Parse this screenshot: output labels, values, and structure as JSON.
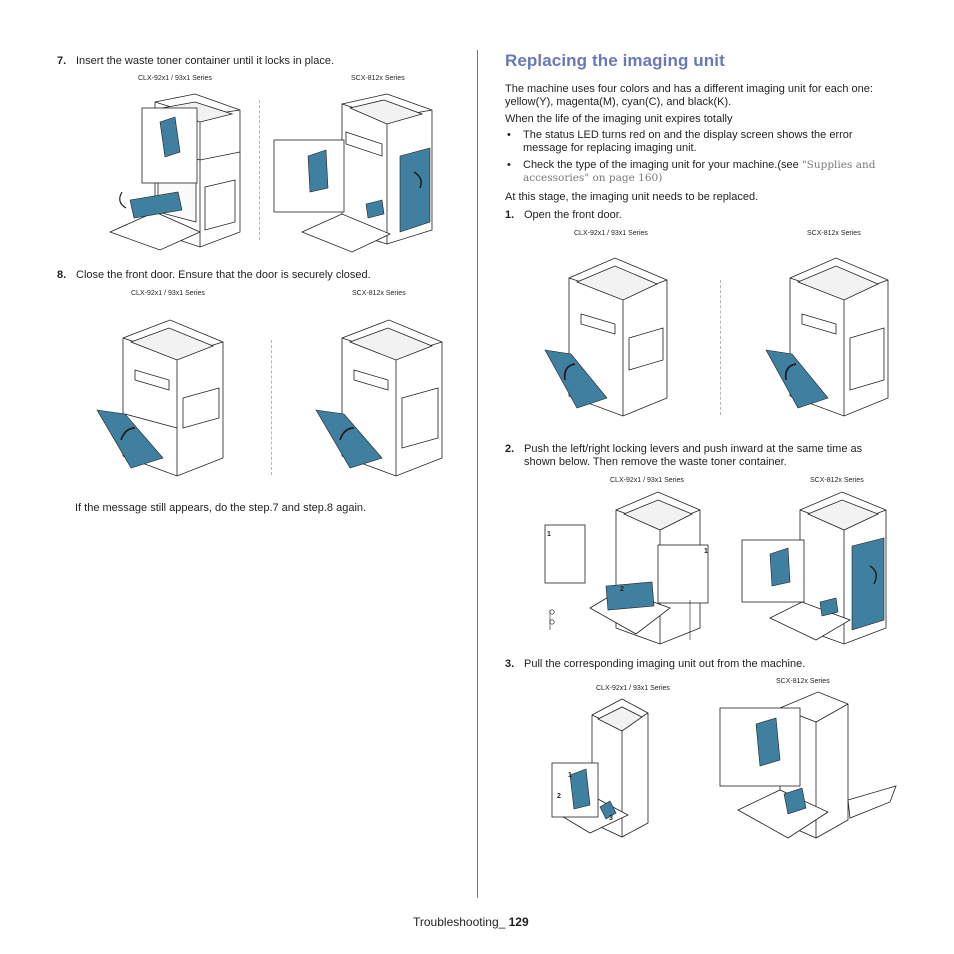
{
  "left": {
    "step7": {
      "num": "7.",
      "text": "Insert the waste toner container until it locks in place.",
      "cap_a": "CLX-92x1 / 93x1 Series",
      "cap_b": "SCX-812x Series"
    },
    "step8": {
      "num": "8.",
      "text": "Close the front door. Ensure that the door is securely closed.",
      "cap_a": "CLX-92x1 / 93x1 Series",
      "cap_b": "SCX-812x Series"
    },
    "note": "If the message still appears, do the step.7 and step.8 again."
  },
  "right": {
    "title": "Replacing the imaging unit",
    "intro1": "The machine uses four colors and has a different imaging unit for each one:",
    "intro2": "yellow(Y), magenta(M), cyan(C), and black(K).",
    "intro3": "When the life of the imaging unit expires totally",
    "bullet1_l1": "The status LED turns red on and the display screen shows the error",
    "bullet1_l2": "message for replacing imaging unit.",
    "bullet2_l1": "Check the type of the imaging unit for your machine.(see ",
    "bullet2_link1": "\"Supplies and",
    "bullet2_link2": "accessories\" on page 160)",
    "intro4": "At this stage, the imaging unit needs to be replaced.",
    "step1": {
      "num": "1.",
      "text": "Open the front door.",
      "cap_a": "CLX-92x1 / 93x1 Series",
      "cap_b": "SCX-812x Series"
    },
    "step2": {
      "num": "2.",
      "text_l1": "Push the left/right locking levers and push inward at the same time as",
      "text_l2": "shown below. Then remove the waste toner container.",
      "cap_a": "CLX-92x1 / 93x1 Series",
      "cap_b": "SCX-812x Series"
    },
    "step3": {
      "num": "3.",
      "text": "Pull the corresponding imaging unit out from the machine.",
      "cap_a": "CLX-92x1 / 93x1 Series",
      "cap_b": "SCX-812x Series"
    }
  },
  "callouts": {
    "one": "1",
    "two": "2",
    "three": "3"
  },
  "footer": {
    "section": "Troubleshooting_ ",
    "page": "129"
  },
  "colors": {
    "title": "#6878b8",
    "toner_blue": "#2f6f8f",
    "line": "#231f20"
  }
}
